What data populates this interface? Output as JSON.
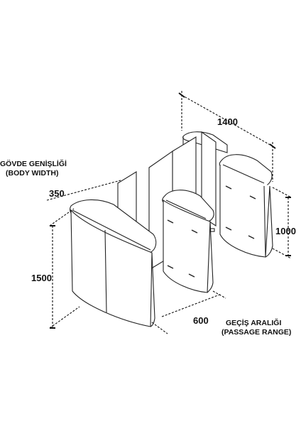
{
  "labels": {
    "body_width_tr": "GÖVDE GENİŞLİĞİ",
    "body_width_en": "(BODY WIDTH)",
    "passage_tr": "GEÇİŞ ARALIĞI",
    "passage_en": "(PASSAGE RANGE)"
  },
  "dimensions": {
    "overall_length": "1400",
    "body_width": "350",
    "height_front": "1500",
    "height_back": "1000",
    "passage_width": "600"
  },
  "colors": {
    "line": "#222222",
    "dim_line": "#111111"
  }
}
